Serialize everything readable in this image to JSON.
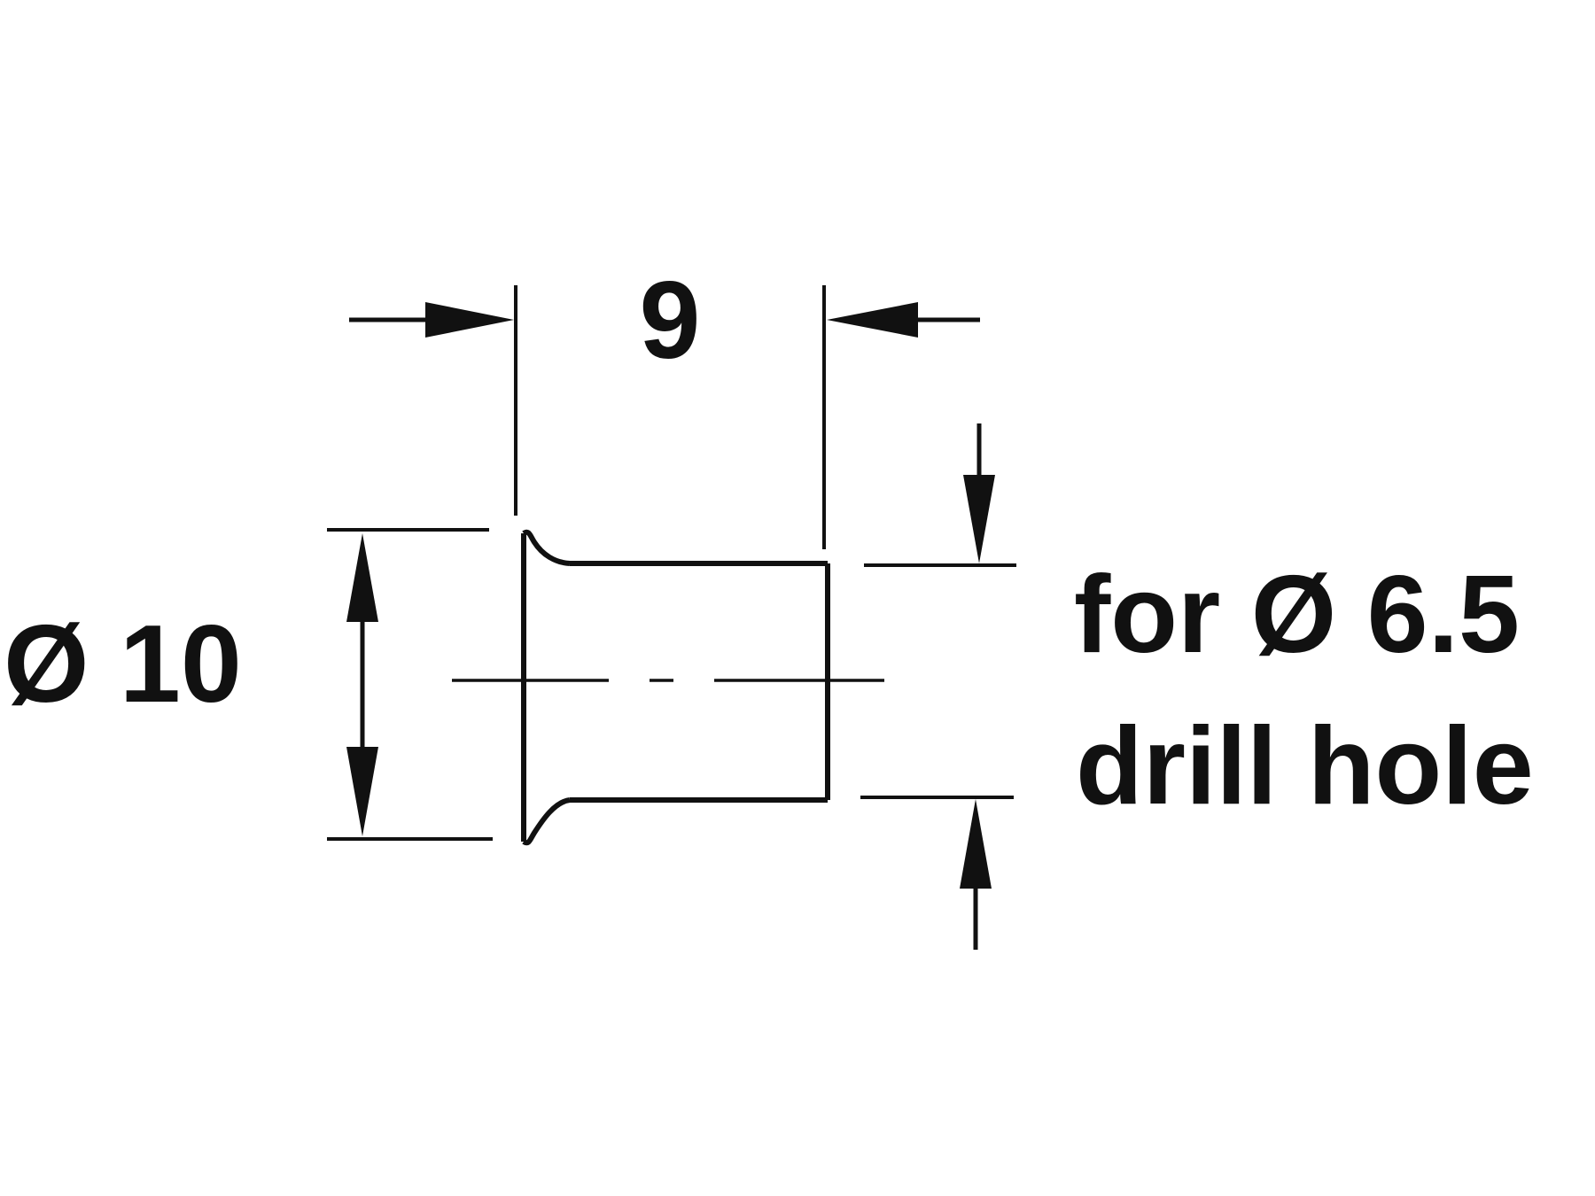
{
  "dimensions": {
    "length": "9",
    "outer_diameter": "Ø 10",
    "drill_hole_line1": "for Ø 6.5",
    "drill_hole_line2": "drill hole"
  },
  "colors": {
    "ink": "#111111",
    "background": "#ffffff"
  }
}
